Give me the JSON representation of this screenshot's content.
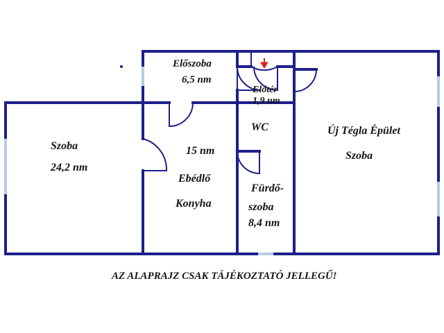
{
  "rooms": {
    "eloszoba": {
      "name": "Előszoba",
      "area": "6,5 nm"
    },
    "eloter": {
      "name": "Előtér",
      "area": "1,9 nm"
    },
    "wc": {
      "name": "WC"
    },
    "szoba_left": {
      "name": "Szoba",
      "area": "24,2 nm"
    },
    "ebedlo": {
      "area": "15 nm",
      "name_line1": "Ebédlő",
      "name_line2": "Konyha"
    },
    "furdo": {
      "name_line1": "Fürdő-",
      "name_line2": "szoba",
      "area": "8,4 nm"
    },
    "uj_tegla": {
      "title": "Új Tégla Épület",
      "name": "Szoba"
    }
  },
  "disclaimer": "AZ ALAPRAJZ CSAK TÁJÉKOZTATÓ JELLEGŰ!",
  "colors": {
    "wall": "#1c1f8a",
    "window": "#b8cbe6",
    "door_swing": "#1c1f8a",
    "entrance_arrow": "#e02020",
    "text": "#141414"
  },
  "icons": {
    "entrance": "entrance-arrow-icon"
  }
}
